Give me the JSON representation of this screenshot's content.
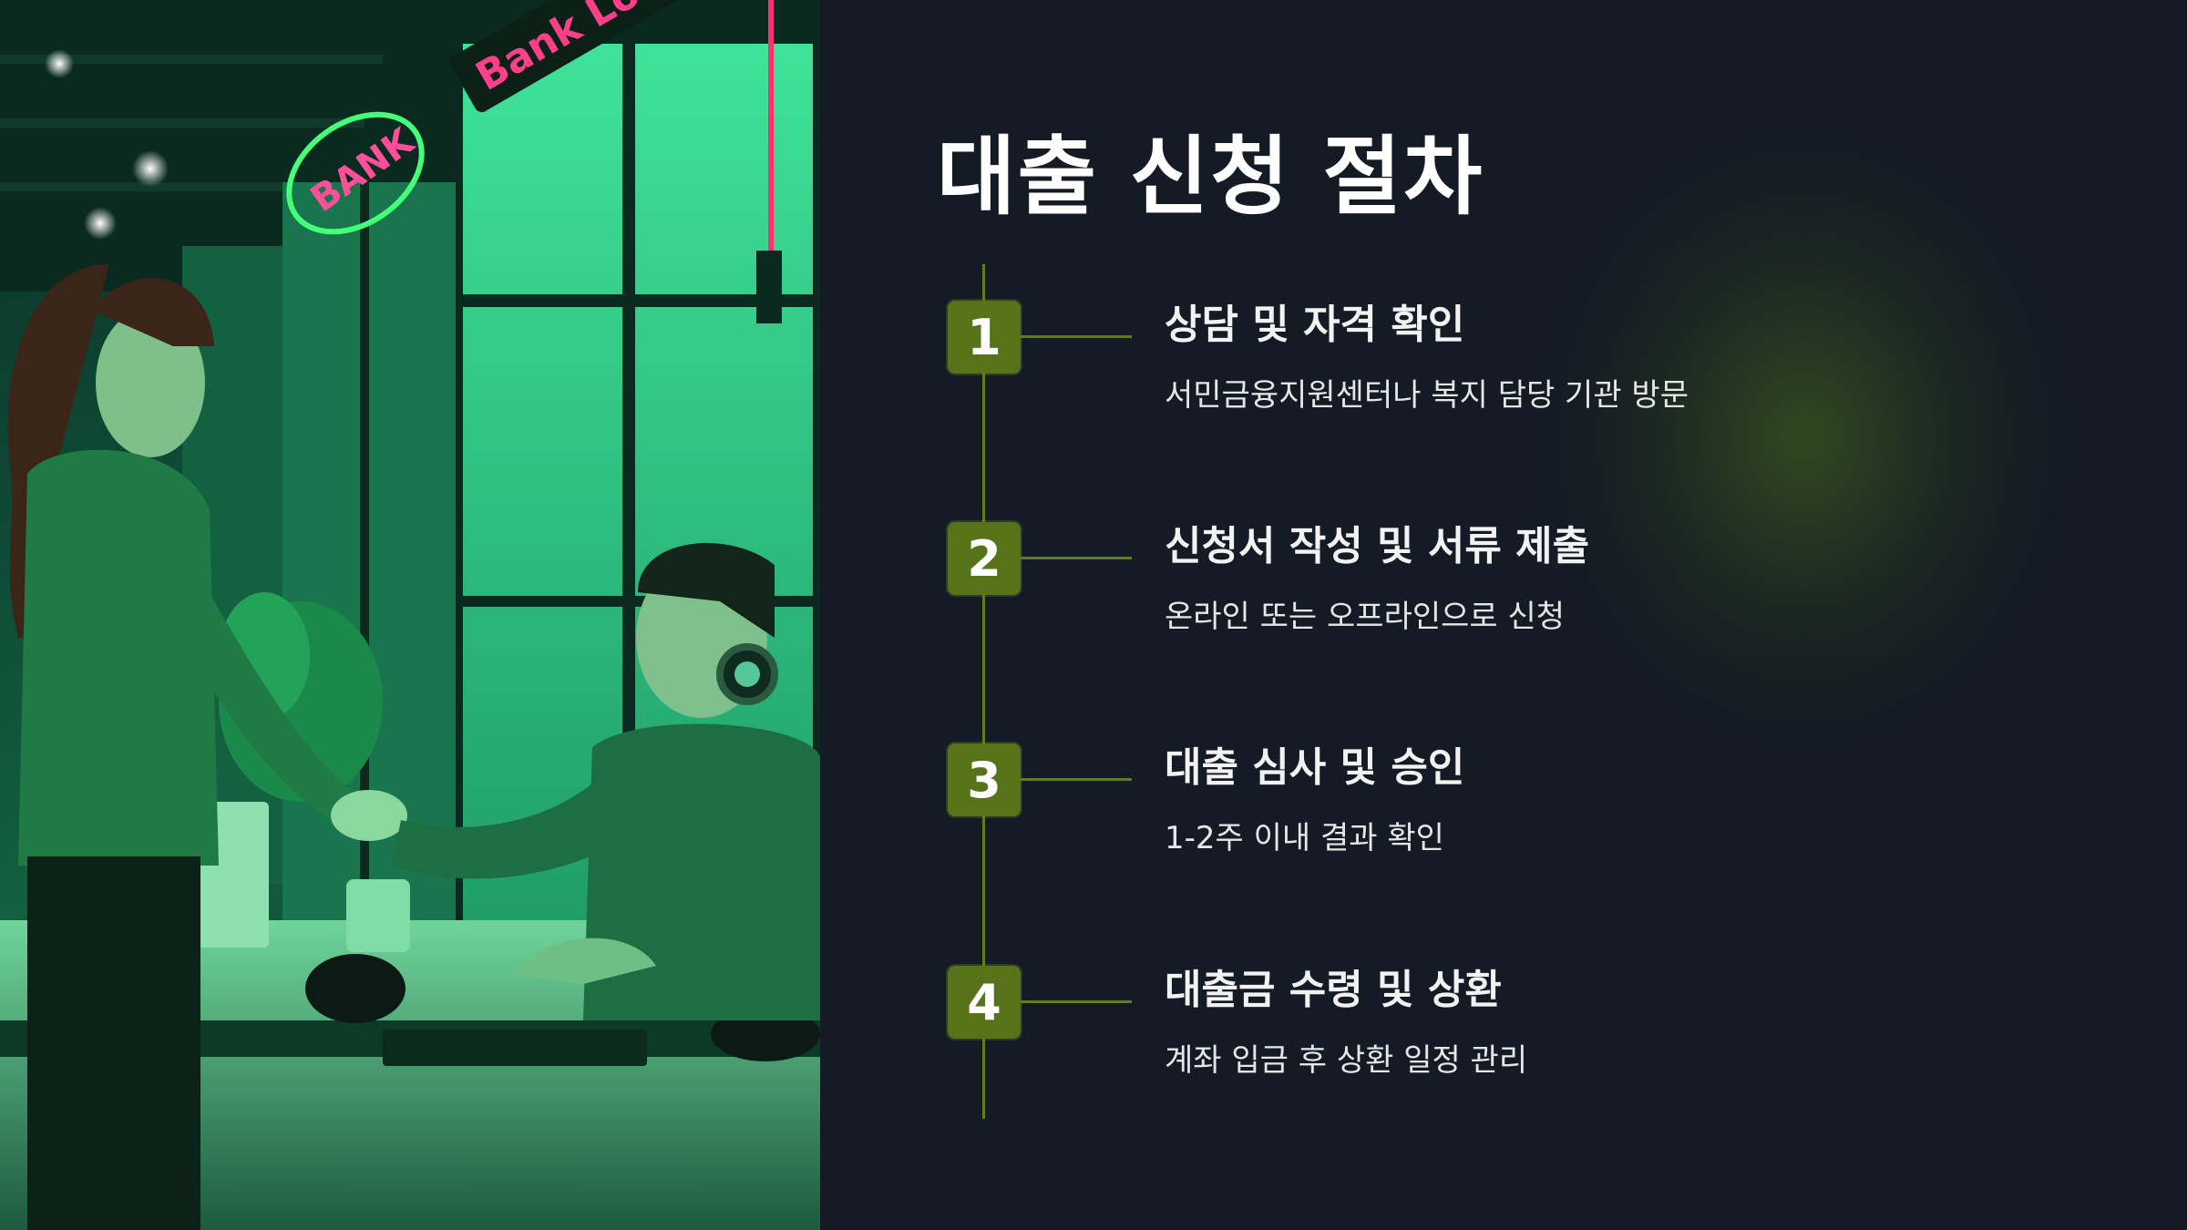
{
  "slide": {
    "title": "대출 신청 절차",
    "photo": {
      "description_icon": "bank-handshake-photo",
      "signs": [
        "Bank Loan",
        "BANK"
      ]
    },
    "steps": [
      {
        "number": "1",
        "title": "상담 및 자격 확인",
        "description": "서민금융지원센터나 복지 담당 기관 방문"
      },
      {
        "number": "2",
        "title": "신청서 작성 및 서류 제출",
        "description": "온라인 또는 오프라인으로 신청"
      },
      {
        "number": "3",
        "title": "대출 심사 및 승인",
        "description": "1-2주 이내 결과 확인"
      },
      {
        "number": "4",
        "title": "대출금 수령 및 상환",
        "description": "계좌 입금 후 상환 일정 관리"
      }
    ],
    "colors": {
      "background": "#141b25",
      "accent": "#56731a",
      "line": "#5f7d1e",
      "text": "#ffffff"
    }
  }
}
